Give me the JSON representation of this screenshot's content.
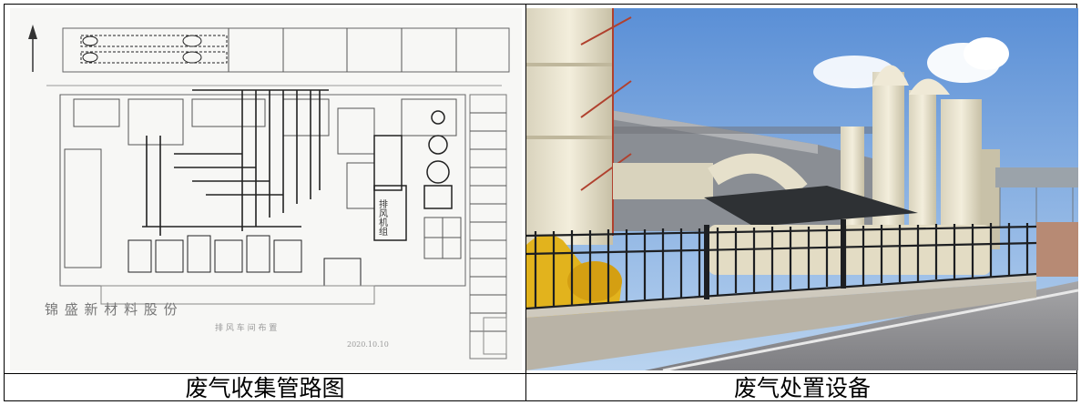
{
  "captions": {
    "left": "废气收集管路图",
    "right": "废气处置设备"
  },
  "drawing": {
    "company": "锦 盛 新 材 料 股 份",
    "subtitle": "排 风 车 间 布 置",
    "room_label": "排风机组",
    "date": "2020.10.10"
  }
}
